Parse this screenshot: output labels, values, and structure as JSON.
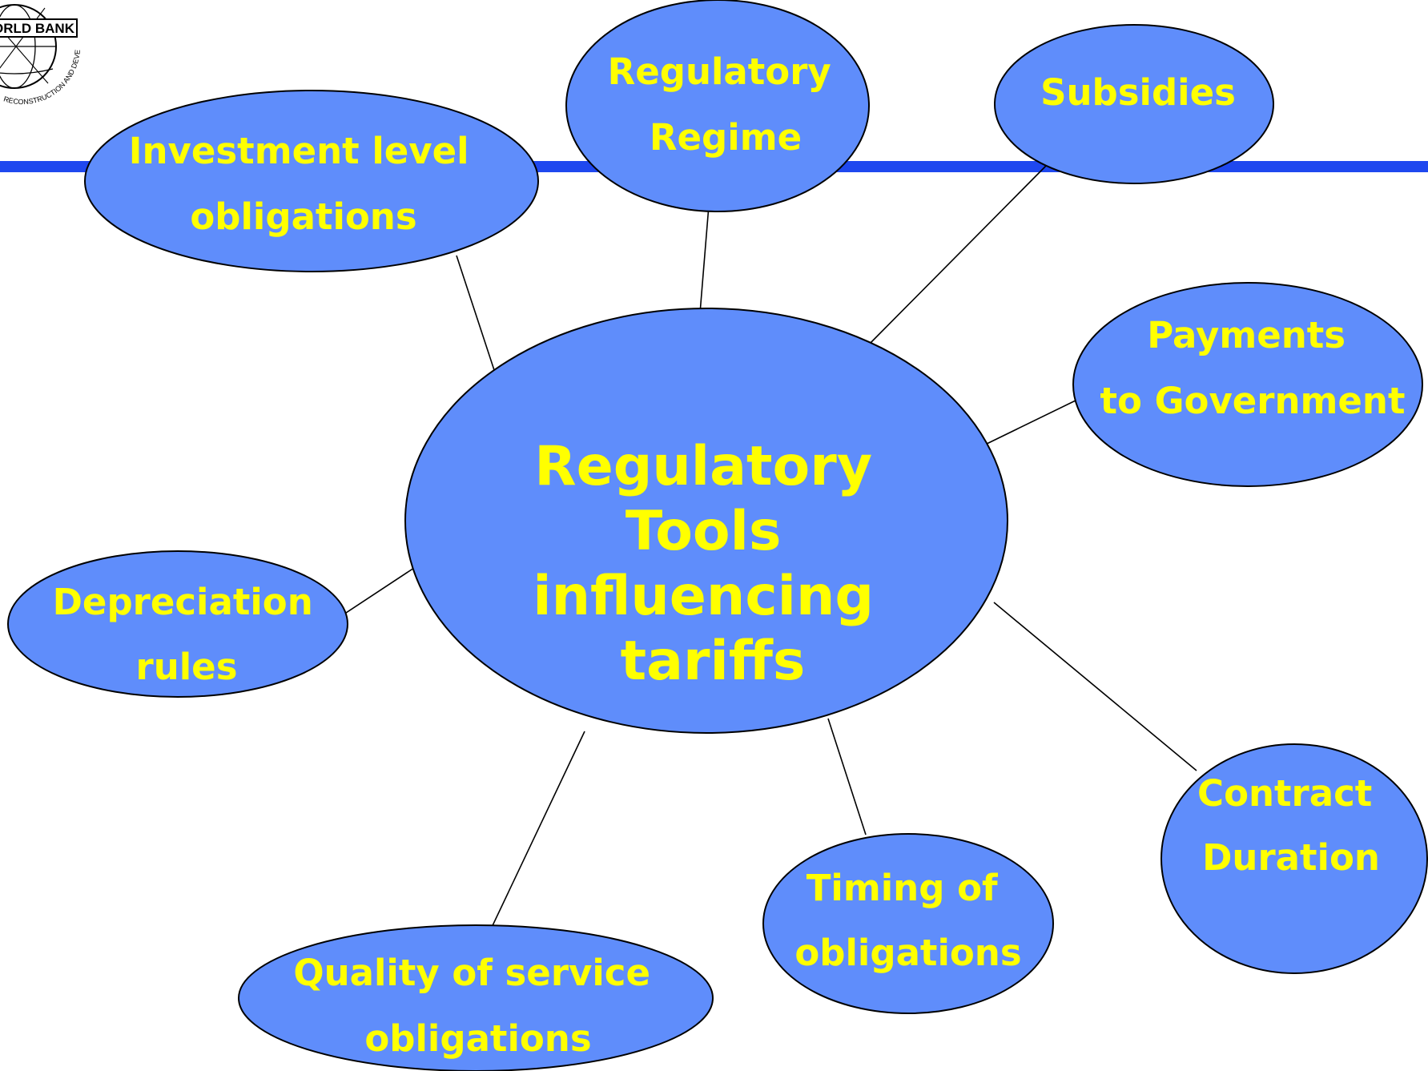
{
  "logo": {
    "text": "WORLD BANK",
    "arc_text": "RECONSTRUCTION AND DEVELOPMENT"
  },
  "colors": {
    "accent_bar": "#1f48ef",
    "ellipse_fill": "#5f8dfb",
    "label": "#ffff00",
    "outline": "#000000"
  },
  "diagram": {
    "center": {
      "lines": [
        "Regulatory",
        "Tools",
        "influencing",
        "tariffs"
      ]
    },
    "nodes": [
      {
        "id": "investment-level-obligations",
        "lines": [
          "Investment level",
          "obligations"
        ]
      },
      {
        "id": "regulatory-regime",
        "lines": [
          "Regulatory",
          "Regime"
        ]
      },
      {
        "id": "subsidies",
        "lines": [
          "Subsidies"
        ]
      },
      {
        "id": "payments-to-government",
        "lines": [
          "Payments",
          "to Government"
        ]
      },
      {
        "id": "depreciation-rules",
        "lines": [
          "Depreciation",
          "rules"
        ]
      },
      {
        "id": "contract-duration",
        "lines": [
          "Contract",
          "Duration"
        ]
      },
      {
        "id": "timing-of-obligations",
        "lines": [
          "Timing of",
          "obligations"
        ]
      },
      {
        "id": "quality-of-service-obligations",
        "lines": [
          "Quality of service",
          "obligations"
        ]
      }
    ]
  }
}
